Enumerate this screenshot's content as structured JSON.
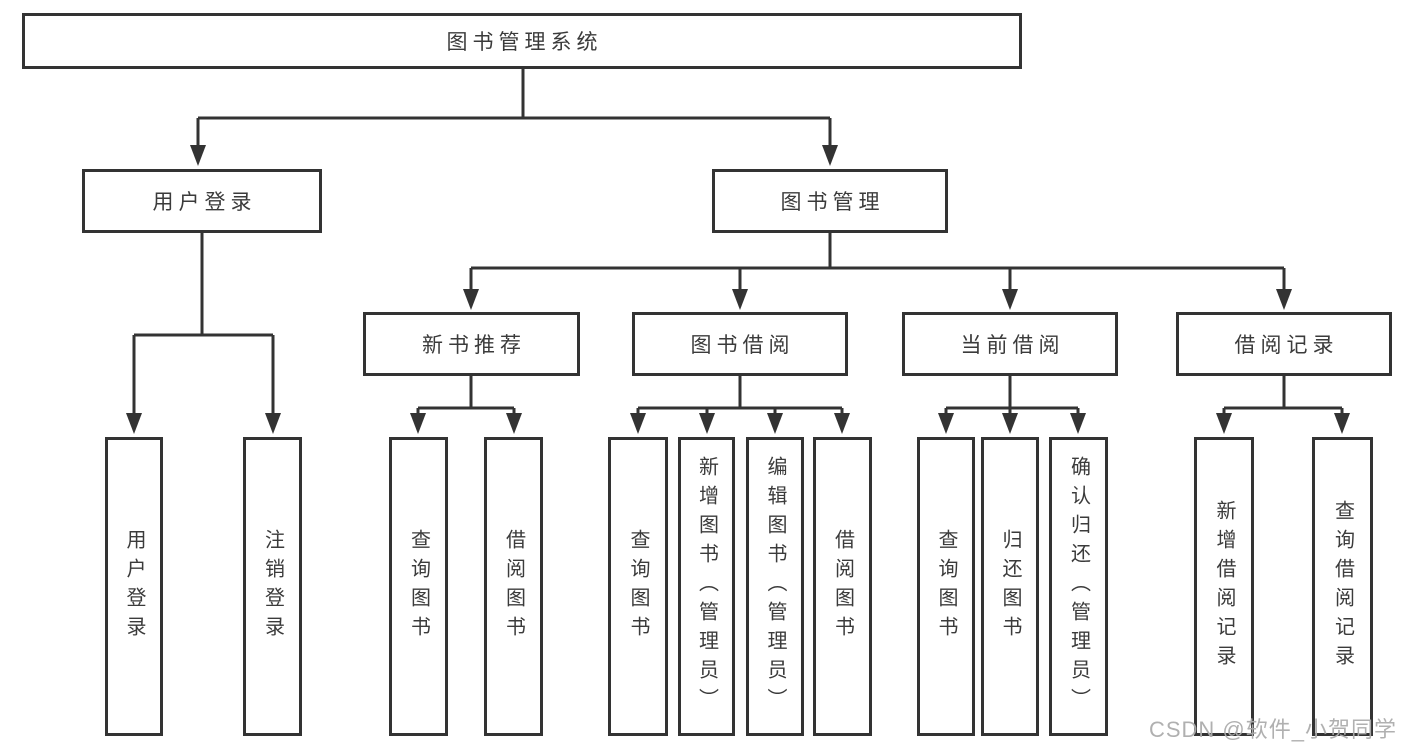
{
  "diagram": {
    "root": {
      "label": "图书管理系统"
    },
    "level2": [
      {
        "label": "用户登录",
        "parent": "图书管理系统"
      },
      {
        "label": "图书管理",
        "parent": "图书管理系统"
      }
    ],
    "level3": [
      {
        "label": "新书推荐",
        "parent": "图书管理"
      },
      {
        "label": "图书借阅",
        "parent": "图书管理"
      },
      {
        "label": "当前借阅",
        "parent": "图书管理"
      },
      {
        "label": "借阅记录",
        "parent": "图书管理"
      }
    ],
    "leaves": [
      {
        "label": "用户登录",
        "parent": "用户登录"
      },
      {
        "label": "注销登录",
        "parent": "用户登录"
      },
      {
        "label": "查询图书",
        "parent": "新书推荐"
      },
      {
        "label": "借阅图书",
        "parent": "新书推荐"
      },
      {
        "label": "查询图书",
        "parent": "图书借阅"
      },
      {
        "label": "新增图书（管理员）",
        "parent": "图书借阅"
      },
      {
        "label": "编辑图书（管理员）",
        "parent": "图书借阅"
      },
      {
        "label": "借阅图书",
        "parent": "图书借阅"
      },
      {
        "label": "查询图书",
        "parent": "当前借阅"
      },
      {
        "label": "归还图书",
        "parent": "当前借阅"
      },
      {
        "label": "确认归还（管理员）",
        "parent": "当前借阅"
      },
      {
        "label": "新增借阅记录",
        "parent": "借阅记录"
      },
      {
        "label": "查询借阅记录",
        "parent": "借阅记录"
      }
    ]
  },
  "watermark": {
    "text": "CSDN @软件_小贺同学"
  },
  "colors": {
    "line": "#333333",
    "box_border": "#333333",
    "text": "#3b3b3b",
    "watermark": "#acacac",
    "background": "#ffffff"
  }
}
